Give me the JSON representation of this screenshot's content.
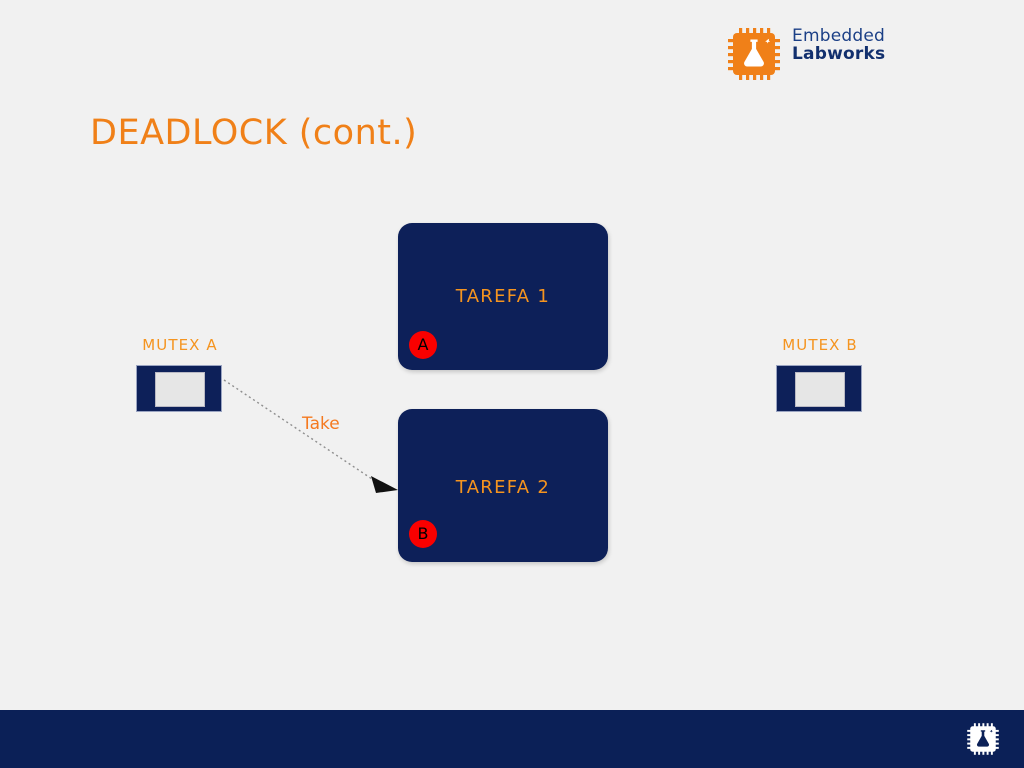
{
  "slide": {
    "title": "DEADLOCK (cont.)",
    "background_color": "#f1f1f1",
    "navy": "#0d2059",
    "orange": "#f5941f",
    "red": "#f90000"
  },
  "brand": {
    "line1": "Embedded",
    "line2": "Labworks",
    "mark_icon": "chip-flask-icon"
  },
  "diagram": {
    "tasks": [
      {
        "label": "TAREFA 1",
        "badge": "A",
        "badge_color": "#f90000"
      },
      {
        "label": "TAREFA 2",
        "badge": "B",
        "badge_color": "#f90000"
      }
    ],
    "mutexes": [
      {
        "label": "MUTEX A"
      },
      {
        "label": "MUTEX B"
      }
    ],
    "arrows": [
      {
        "label": "Take",
        "from": "MUTEX A",
        "to": "TAREFA 2",
        "style": "dotted",
        "color": "#8a8a8a"
      }
    ]
  },
  "footer": {
    "logo_icon": "chip-flask-icon",
    "background_color": "#0b2057"
  }
}
